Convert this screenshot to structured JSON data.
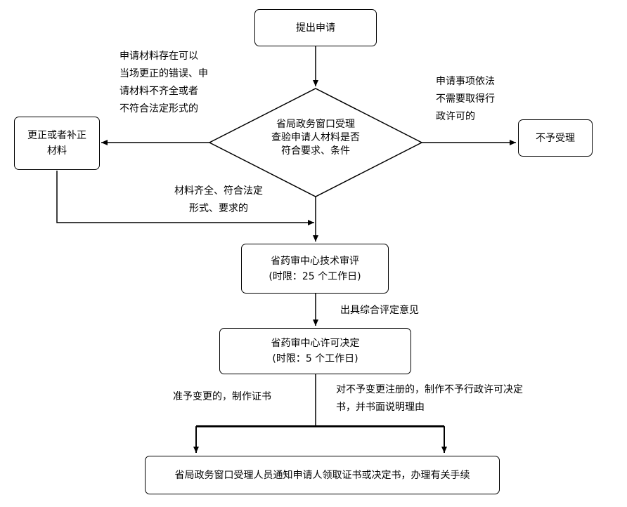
{
  "nodes": {
    "submit": "提出申请",
    "review": [
      "省局政务窗口受理",
      "查验申请人材料是否",
      "符合要求、条件"
    ],
    "correct": [
      "更正或者补正",
      "材料"
    ],
    "reject": "不予受理",
    "tech_review": [
      "省药审中心技术审评",
      "(时限：25 个工作日)"
    ],
    "decision": [
      "省药审中心许可决定",
      "(时限：5 个工作日)"
    ],
    "notify": "省局政务窗口受理人员通知申请人领取证书或决定书，办理有关手续"
  },
  "edges": {
    "to_correct": [
      "申请材料存在可以",
      "当场更正的错误、申",
      "请材料不齐全或者",
      "不符合法定形式的"
    ],
    "to_reject": [
      "申请事项依法",
      "不需要取得行",
      "政许可的"
    ],
    "complete": [
      "材料齐全、符合法定",
      "形式、要求的"
    ],
    "opinion": "出具综合评定意见",
    "approve": "准予变更的，制作证书",
    "deny": [
      "对不予变更注册的，制作不予行政许可决定",
      "书，并书面说明理由"
    ]
  }
}
